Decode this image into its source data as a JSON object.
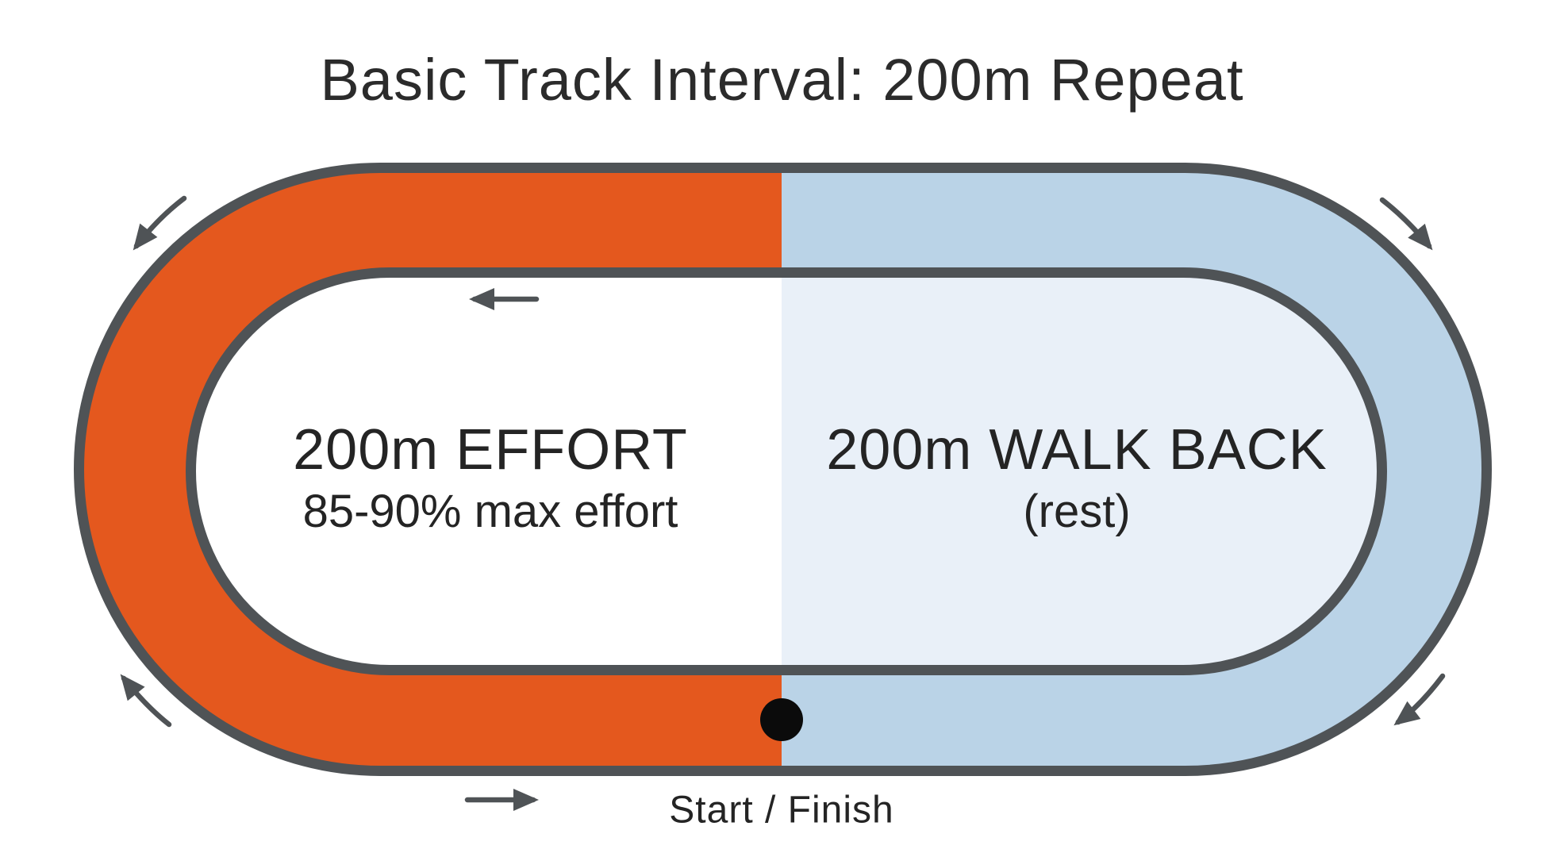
{
  "page": {
    "title": "Basic Track Interval: 200m Repeat",
    "background_color": "#FFFFFF",
    "text_color": "#242424"
  },
  "track": {
    "direction": "counterclockwise",
    "outline_color": "#4F5356",
    "effort_segment": {
      "label": "200m EFFORT",
      "sublabel": "85-90% max effort",
      "track_color": "#E4581E",
      "infield_color": "#FFFFFF"
    },
    "walkback_segment": {
      "label": "200m WALK BACK",
      "sublabel": "(rest)",
      "track_color": "#BAD3E7",
      "infield_color": "#E9F0F8"
    },
    "start_finish": {
      "label": "Start / Finish",
      "marker_color": "#0B0B0B"
    }
  }
}
